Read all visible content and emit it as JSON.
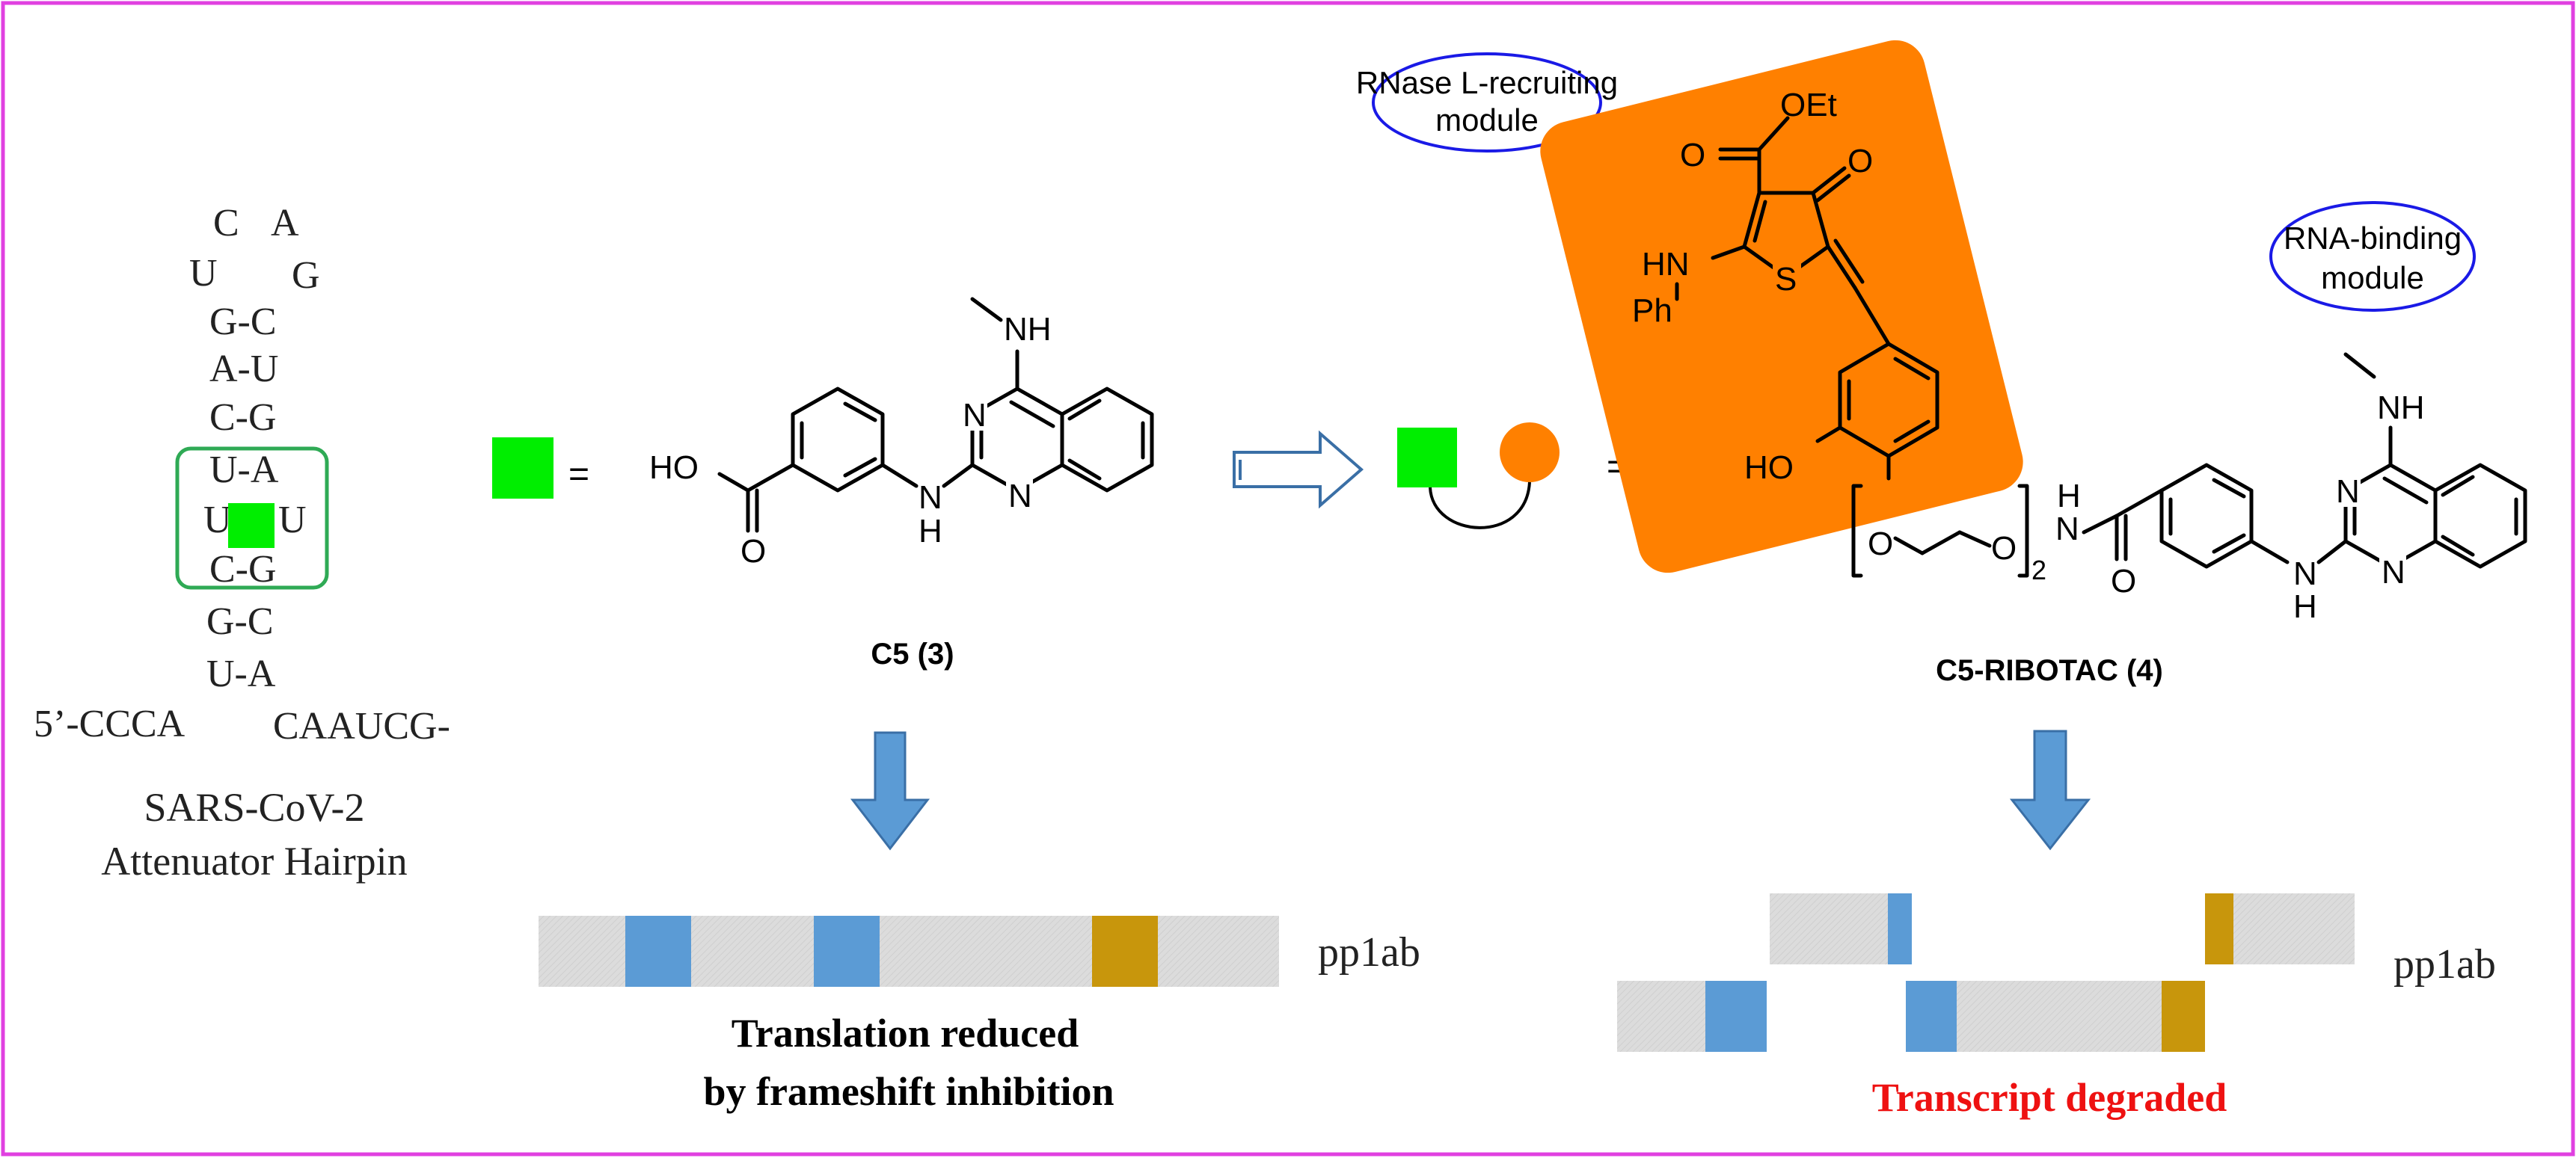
{
  "colors": {
    "frame": "#e040e0",
    "green_square": "#00ee00",
    "orange": "#ff8000",
    "blue_arrow": "#5b9bd5",
    "segment_blue": "#5b9bd5",
    "segment_gold": "#c8960c",
    "segment_gray": "#dcdcdc",
    "red_text": "#ee1111",
    "ellipse_stroke": "#1a1ae6",
    "hairpin_box": "#2faa55"
  },
  "hairpin": {
    "loop_top": [
      "C",
      "A"
    ],
    "loop_mid": [
      "U",
      "G"
    ],
    "pairs": [
      "G-C",
      "A-U",
      "C-G",
      "U-A",
      "U",
      "U",
      "C-G",
      "G-C",
      "U-A"
    ],
    "five_prime": "5’-CCCA",
    "three_prime": "CAAUCG-",
    "caption_line1": "SARS-CoV-2",
    "caption_line2": "Attenuator Hairpin"
  },
  "legend": {
    "equals_1": "=",
    "equals_2": "="
  },
  "c5": {
    "label": "C5 (3)",
    "atoms": {
      "nh_top": "NH",
      "n1": "N",
      "n2": "N",
      "nh": "N",
      "h": "H",
      "ho": "HO",
      "o": "O"
    }
  },
  "ribotac": {
    "label": "C5-RIBOTAC (4)",
    "module_rnase": [
      "RNase L-recruiting",
      "module"
    ],
    "module_rna": [
      "RNA-binding",
      "module"
    ],
    "atoms": {
      "oet": "OEt",
      "o_ester": "O",
      "o_ketone": "O",
      "hn": "HN",
      "ph": "Ph",
      "s": "S",
      "ho": "HO",
      "o_ether1": "O",
      "o_ether2": "O",
      "subscript": "2",
      "nh_amide_h": "H",
      "nh_amide_n": "N",
      "o_amide": "O",
      "nh_top": "NH",
      "n1": "N",
      "n2": "N",
      "nh": "N",
      "h": "H"
    }
  },
  "outcome_left": {
    "transcript_label": "pp1ab",
    "line1": "Translation reduced",
    "line2": "by frameshift inhibition"
  },
  "outcome_right": {
    "transcript_label": "pp1ab",
    "line1": "Transcript degraded"
  }
}
